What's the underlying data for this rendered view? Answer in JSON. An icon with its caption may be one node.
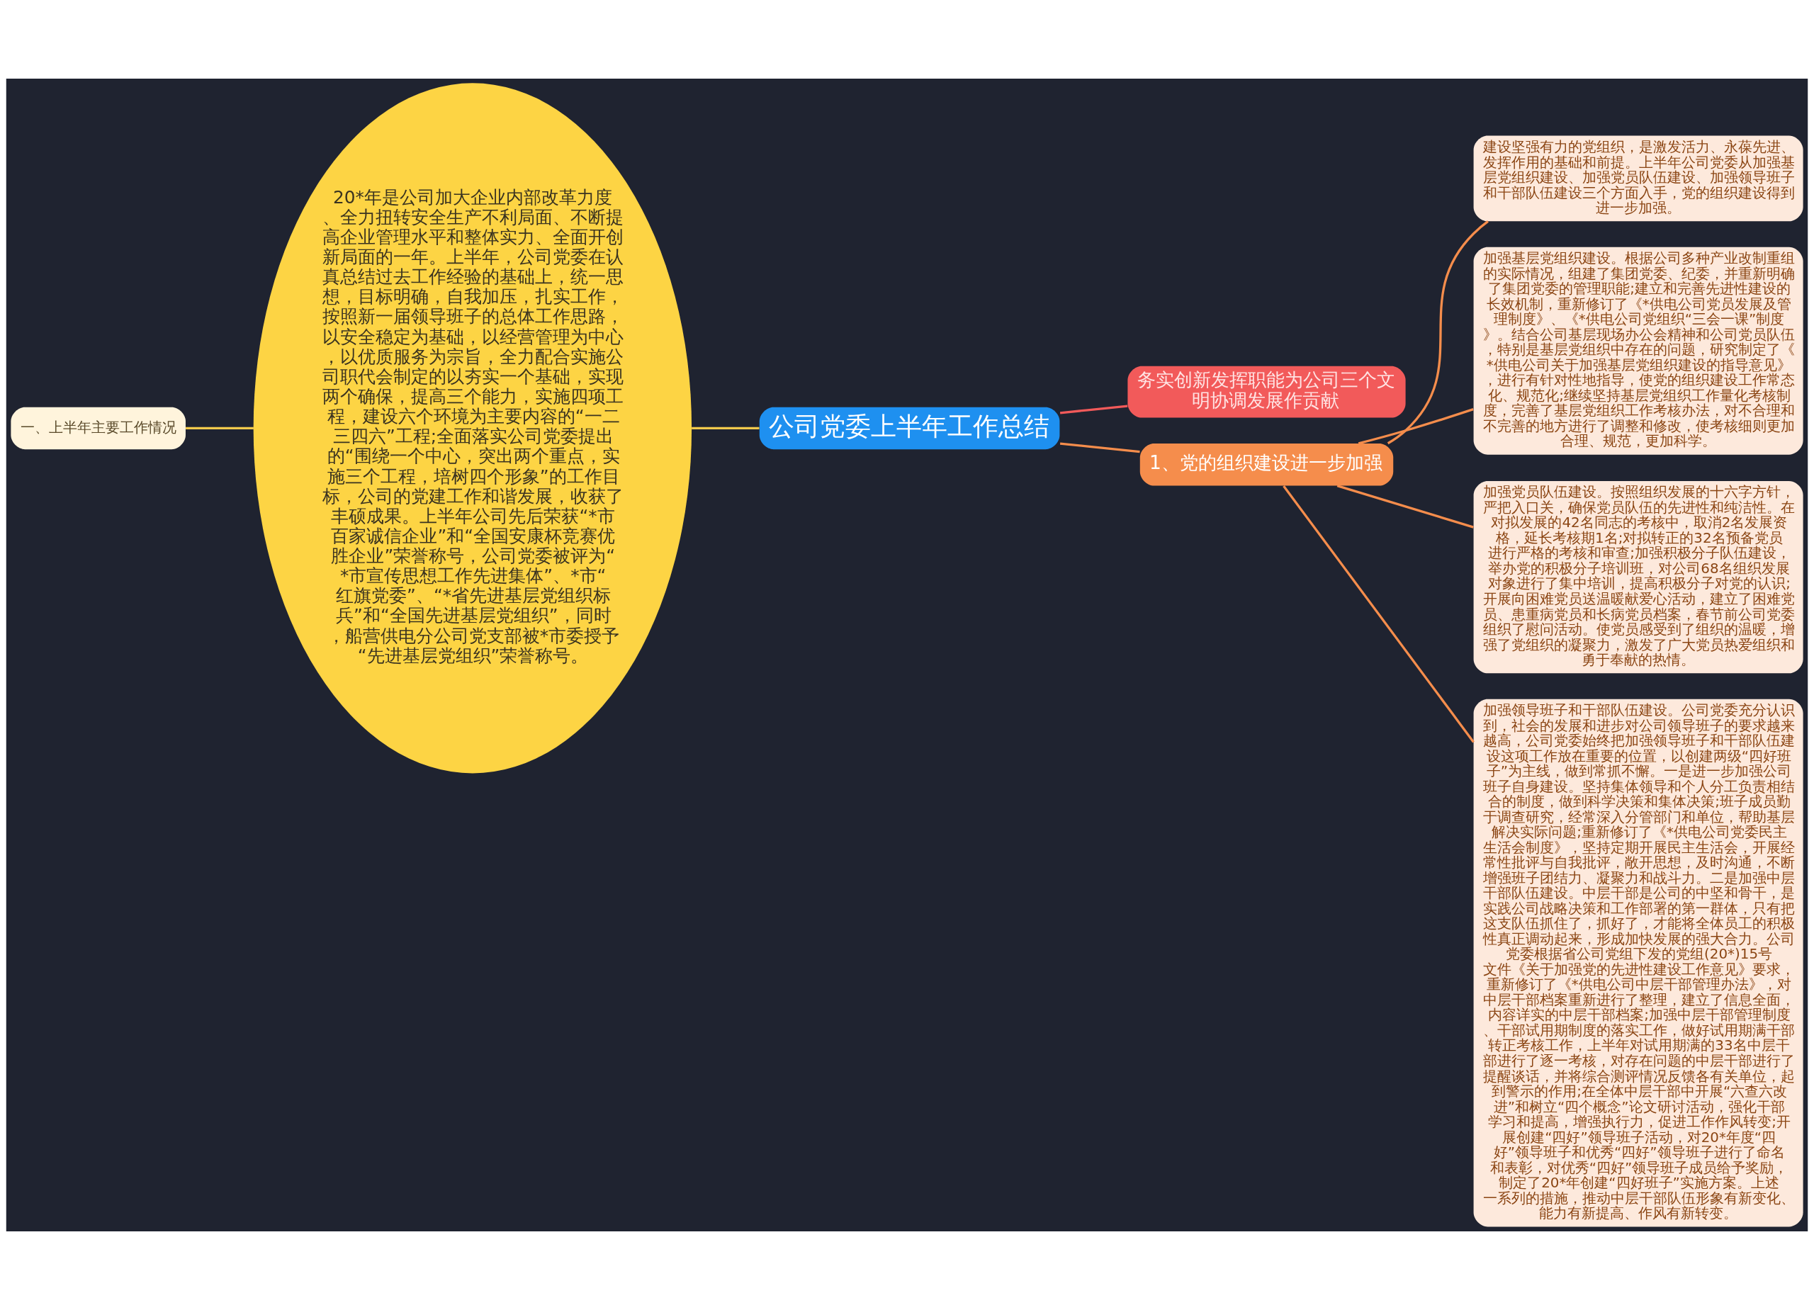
{
  "diagram": {
    "nodes": [
      {
        "text": [
          "公司党委上半年工作总结"
        ]
      },
      {
        "text": [
          "一、上半年主要工作情况"
        ]
      },
      {
        "text": [
          "20*年是公司加大企业内部改革力度、全力扭转安全生产不利局面、不断提高企业管理水平和整体实力、全面开创新局面的一年。上半年，公司党委在认真总结过去工作经验的基础上，统一思想，目标明确，自我加压，扎实工作，按照新一届领导班子的总体工作思路，以安全稳定为基础，以经营管理为中心，以优质服务为宗旨，全力配合实施公司职代会制定的以夯实一个基础，实现两个确保，提高三个能力，实施四项工程，建设六个环境为主要内容的“一二三四六”工程;全面落实公司党委提出的“围绕一个中心，突出两个重点，实施三个工程，培树四个形象”的工作目标，公司的党建工作和谐发展，收获了丰硕成果。上半年公司先后荣获“*市百家诚信企业”和“全国安康杯竞赛优胜企业”荣誉称号，公司党委被评为“*市宣传思想工作先进集体”、*市“红旗党委”、“*省先进基层党组织标兵”和“全国先进基层党组织”，同时，船营供电分公司党支部被*市委授予“先进基层党组织”荣誉称号。"
        ]
      },
      {
        "text": [
          "务实创新发挥职能为公司三个文明协调发展作贡献"
        ]
      },
      {
        "text": [
          "1、党的组织建设进一步加强"
        ]
      },
      {
        "text": [
          "建设坚强有力的党组织，是激发活力、永葆先进、发挥作用的基础和前提。上半年公司党委从加强基层党组织建设、加强党员队伍建设、加强领导班子和干部队伍建设三个方面入手，党的组织建设得到进一步加强。"
        ]
      },
      {
        "text": [
          "加强基层党组织建设。根据公司多种产业改制重组的实际情况，组建了集团党委、纪委，并重新明确了集团党委的管理职能;建立和完善先进性建设的长效机制，重新修订了《*供电公司党员发展及管理制度》、《*供电公司党组织“三会一课”制度》。结合公司基层现场办公会精神和公司党员队伍，特别是基层党组织中存在的问题，研究制定了《*供电公司关于加强基层党组织建设的指导意见》，进行有针对性地指导，使党的组织建设工作常态化、规范化;继续坚持基层党组织工作量化考核制度，完善了基层党组织工作考核办法，对不合理和不完善的地方进行了调整和修改，使考核细则更加合理、规范，更加科学。"
        ]
      },
      {
        "text": [
          "加强党员队伍建设。按照组织发展的十六字方针，严把入口关，确保党员队伍的先进性和纯洁性。在对拟发展的42名同志的考核中，取消2名发展资格，延长考核期1名;对拟转正的32名预备党员进行严格的考核和审查;加强积极分子队伍建设，举办党的积极分子培训班，对公司68名组织发展对象进行了集中培训，提高积极分子对党的认识;开展向困难党员送温暖献爱心活动，建立了困难党员、患重病党员和长病党员档案，春节前公司党委组织了慰问活动。使党员感受到了组织的温暖，增强了党组织的凝聚力，激发了广大党员热爱组织和勇于奉献的热情。"
        ]
      },
      {
        "text": [
          "加强领导班子和干部队伍建设。公司党委充分认识到，社会的发展和进步对公司领导班子的要求越来越高，公司党委始终把加强领导班子和干部队伍建设这项工作放在重要的位置，以创建两级“四好班子”为主线，做到常抓不懈。一是进一步加强公司班子自身建设。坚持集体领导和个人分工负责相结合的制度，做到科学决策和集体决策;班子成员勤于调查研究，经常深入分管部门和单位，帮助基层解决实际问题;重新修订了《*供电公司党委民主生活会制度》，坚持定期开展民主生活会，开展经常性批评与自我批评，敞开思想，及时沟通，不断增强班子团结力、凝聚力和战斗力。二是加强中层干部队伍建设。中层干部是公司的中坚和骨干，是实践公司战略决策和工作部署的第一群体，只有把这支队伍抓住了，抓好了，才能将全体员工的积极性真正调动起来，形成加快发展的强大合力。公司党委根据省公司党组下发的党组(20*)15号文件《关于加强党的先进性建设工作意见》要求，重新修订了《*供电公司中层干部管理办法》，对中层干部档案重新进行了整理，建立了信息全面，内容详实的中层干部档案;加强中层干部管理制度、干部试用期制度的落实工作，做好试用期满干部转正考核工作，上半年对试用期满的33名中层干部进行了逐一考核，对存在问题的中层干部进行了提醒谈话，并将综合测评情况反馈各有关单位，起到警示的作用;在全体中层干部中开展“六查六改进”和树立“四个概念”论文研讨活动，强化干部学习和提高，增强执行力，促进工作作风转变;开展创建“四好”领导班子活动，对20*年度“四好”领导班子和优秀“四好”领导班子进行了命名和表彰，对优秀“四好”领导班子成员给予奖励，制定了20*年创建“四好班子”实施方案。上述一系列的措施，推动中层干部队伍形象有新变化、能力有新提高、作风有新转变。"
        ]
      }
    ],
    "edges": [
      {
        "from": 1,
        "to": 2,
        "arrow": "none",
        "color": "#f2c94c"
      },
      {
        "from": 2,
        "to": 0,
        "arrow": "none",
        "color": "#f2c94c"
      },
      {
        "from": 0,
        "to": 3,
        "arrow": "none",
        "color": "#f25a5a"
      },
      {
        "from": 0,
        "to": 4,
        "arrow": "none"
      },
      {
        "from": 4,
        "to": 5,
        "arrow": "none"
      },
      {
        "from": 4,
        "to": 6,
        "arrow": "none"
      },
      {
        "from": 4,
        "to": 7,
        "arrow": "none"
      },
      {
        "from": 4,
        "to": 8,
        "arrow": "none"
      }
    ]
  }
}
